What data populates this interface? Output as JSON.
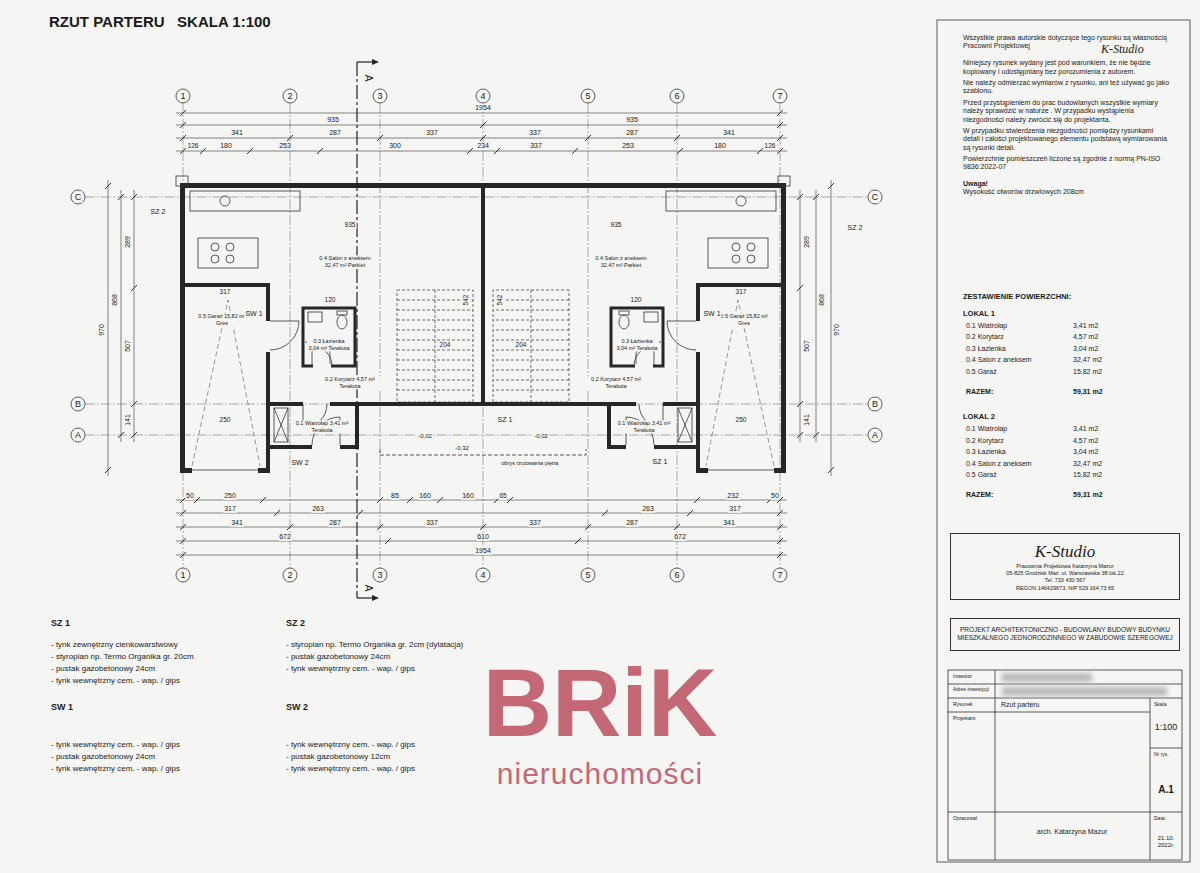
{
  "diagram": {
    "title": "RZUT PARTERU   SKALA 1:100",
    "nodes": [
      {
        "text": [
          "K-Studio",
          "Pracownia Projektowa Katarzyna Mazur",
          "05-825 Grodzisk Maz. ul. Warszawska 38 lok.22",
          "Tel. 733 430 567",
          "REGON 146429673, NIP 529 164 73 65"
        ]
      },
      {
        "text": [
          "PROJEKT ARCHITEKTONICZNO - BUDOWLANY BUDOWY BUDYNKU MIESZKALNEGO JEDNORODZINNEGO W ZABUDOWIE SZEREGOWEJ"
        ]
      }
    ],
    "labels": [
      "1",
      "2",
      "3",
      "4",
      "5",
      "6",
      "7",
      "1",
      "2",
      "3",
      "4",
      "5",
      "6",
      "7",
      "C",
      "B",
      "A",
      "C",
      "B",
      "A",
      "A",
      "A",
      "1954",
      "935",
      "935",
      "341",
      "287",
      "337",
      "337",
      "287",
      "341",
      "126",
      "180",
      "253",
      "300",
      "234",
      "337",
      "253",
      "180",
      "126",
      "50",
      "250",
      "85",
      "160",
      "160",
      "65",
      "232",
      "50",
      "317",
      "263",
      "263",
      "317",
      "341",
      "287",
      "337",
      "337",
      "287",
      "341",
      "672",
      "610",
      "672",
      "1954",
      "970",
      "868",
      "289",
      "507",
      "141",
      "289",
      "507",
      "141",
      "868",
      "970",
      "935",
      "935",
      "542",
      "542",
      "317",
      "317",
      "120",
      "120",
      "250",
      "250",
      "204",
      "204",
      "0.4 Salon z aneksem 32,47 m² Parkiet",
      "0.5 Garaż 15,82 m² Gres",
      "0.3 Łazienka 3,04 m² Terakota",
      "0.2 Korytarz 4,57 m² Terakota",
      "0.1 Wiatrołap 3,41 m² Terakota",
      "0.4 Salon z aneksem 32,47 m² Parkiet",
      "0.5 Garaż 15,82 m² Gres",
      "0.3 Łazienka 3,04 m² Terakota",
      "0.2 Korytarz 4,57 m² Terakota",
      "0.1 Wiatrołap 3,41 m² Terakota",
      "SZ 2",
      "SZ 2",
      "SW 1",
      "SW 1",
      "SZ 1",
      "SZ 1",
      "SW 2",
      "-0,02",
      "-0,32",
      "-0,02",
      "obrys rzutowania piętra",
      "SZ 1",
      "- tynk zewnętrzny cienkowarstwowy",
      "- styropian np. Termo Organika gr. 20cm",
      "- pustak gazobetonowy 24cm",
      "- tynk wewnętrzny cem. - wap. / gips",
      "SZ 2",
      "- styropian np. Termo Organika gr. 2cm (dylatacja)",
      "- pustak gazobetonowy 24cm",
      "- tynk wewnętrzny cem. - wap. / gips",
      "SW 1",
      "- tynk wewnętrzny cem. - wap. / gips",
      "- pustak gazobetonowy 24cm",
      "- tynk wewnętrzny cem. - wap. / gips",
      "SW 2",
      "- tynk wewnętrzny cem. - wap. / gips",
      "- pustak gazobetonowy 12cm",
      "- tynk wewnętrzny cem. - wap. / gips",
      "BRiK",
      "nieruchomości",
      "Wszystkie prawa autorskie dotyczące tego rysunku są własnością Pracowni Projektowej",
      "K-Studio",
      "Niniejszy rysunek wydany jest pod warunkiem, że nie będzie kopiowany i udostępniany bez porozumienia z autorem.",
      "Nie należy odmierzać wymiarów z rysunku, ani też używać go jako szablonu.",
      "Przed przystąpieniem do prac budowlanych wszystkie wymiary należy sprawdzić w naturze . W przypadku wystąpienia niezgodności należy zwrócić się do projektanta.",
      "W przypadku stwierdzenia niezgodności pomiędzy rysunkami detali i całości projektowanego elementu podstawą wymiarowania są rysunki detali.",
      "Powierzchnie pomieszczeń liczone są zgodnie z normą PN-ISO 9836:2022-07",
      "Uwaga!",
      "Wysokość otworów drzwiowych 208cm",
      "ZESTAWIENIE POWIERZCHNI:",
      "LOKAL 1",
      "0.1 Wiatrołap",
      "3,41 m2",
      "0.2 Korytarz",
      "4,57 m2",
      "0.3 Łazienka",
      "3,04 m2",
      "0.4 Salon z aneksem",
      "32,47 m2",
      "0.5 Garaż",
      "15,82 m2",
      "RAZEM:",
      "59,31 m2",
      "LOKAL 2",
      "0.1 Wiatrołap",
      "3,41 m2",
      "0.2 Korytarz",
      "4,57 m2",
      "0.3 Łazienka",
      "3,04 m2",
      "0.4 Salon z aneksem",
      "32,47 m2",
      "0.5 Garaż",
      "15,82 m2",
      "RAZEM:",
      "59,31 m2",
      "Inwestor",
      "Adres inwestycji",
      "Rysunek",
      "Rzut parteru",
      "Skala",
      "1:100",
      "Projektant",
      "Nr rys.",
      "A.1",
      "Opracował",
      "arch. Katarzyna Mazur",
      "Data:",
      "21.10. 2022r."
    ]
  }
}
